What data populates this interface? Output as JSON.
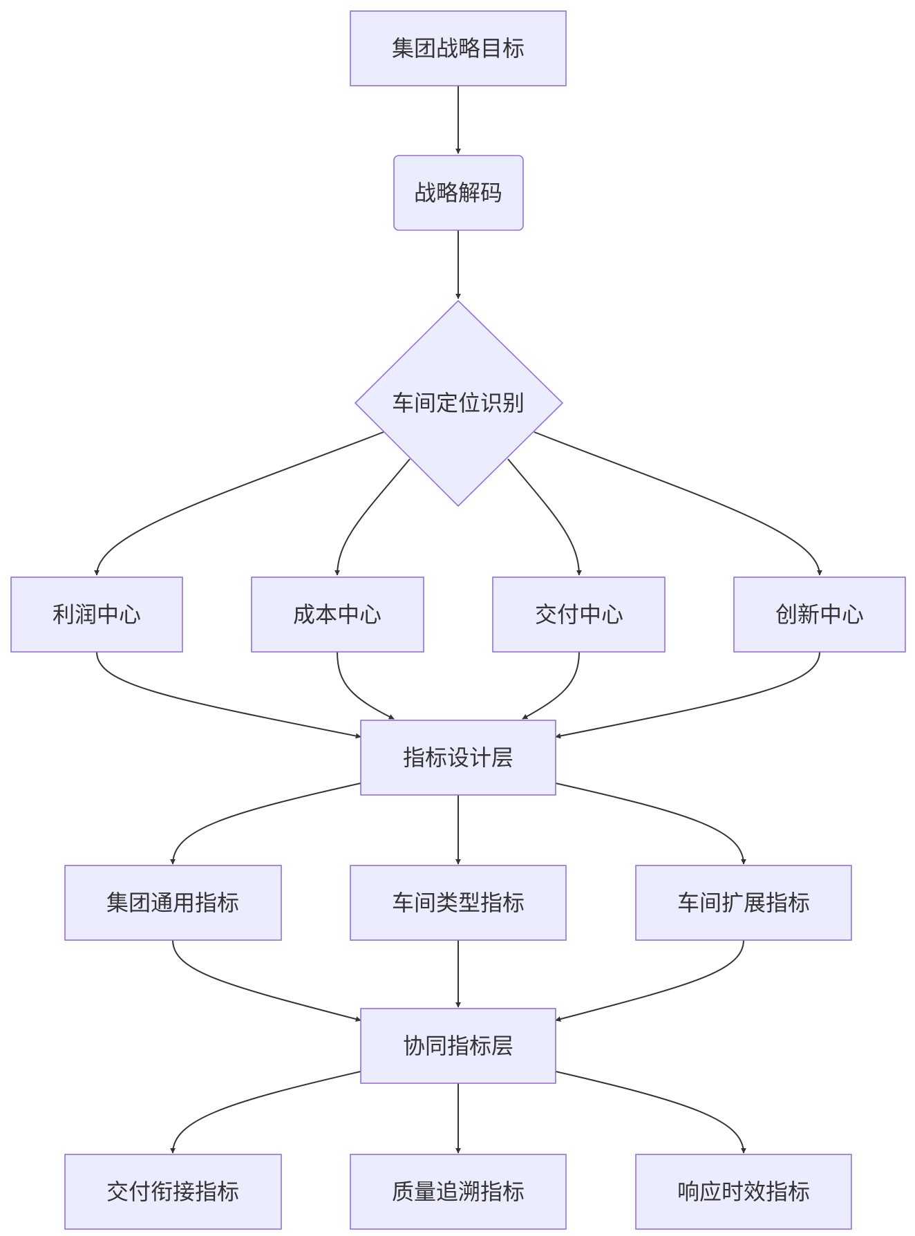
{
  "nodes": {
    "strategic_goal": "集团战略目标",
    "strategy_decode": "战略解码",
    "workshop_positioning": "车间定位识别",
    "profit_center": "利润中心",
    "cost_center": "成本中心",
    "delivery_center": "交付中心",
    "innovation_center": "创新中心",
    "indicator_design_layer": "指标设计层",
    "group_common_indicators": "集团通用指标",
    "workshop_type_indicators": "车间类型指标",
    "workshop_extension_indicators": "车间扩展指标",
    "collaborative_indicator_layer": "协同指标层",
    "delivery_handover_indicators": "交付衔接指标",
    "quality_traceability_indicators": "质量追溯指标",
    "response_timeliness_indicators": "响应时效指标"
  },
  "colors": {
    "node_fill": "#ECECFF",
    "node_stroke": "#9370DB",
    "edge": "#333333",
    "text": "#333333"
  }
}
